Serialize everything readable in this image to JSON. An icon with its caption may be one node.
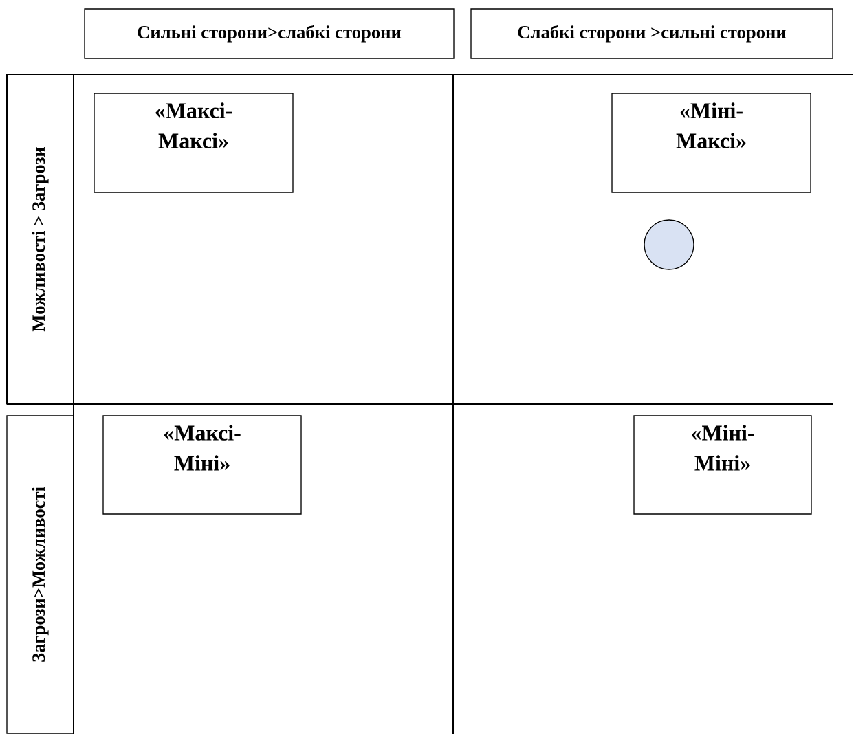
{
  "diagram": {
    "nodes": [
      {
        "text": [
          "Сильні сторони>слабкі сторони"
        ]
      },
      {
        "text": [
          "Слабкі сторони >сильні сторони"
        ]
      },
      {
        "text": [
          "Можливості > Загрози"
        ]
      },
      {
        "text": [
          "Загрози>Можливості"
        ]
      },
      {
        "text": [
          "«Максі-Максі»"
        ]
      },
      {
        "text": [
          "«Міні-Максі»"
        ]
      },
      {
        "text": [],
        "shape": "circle"
      },
      {
        "text": [
          "«Максі-Міні»"
        ]
      },
      {
        "text": [
          "«Міні-Міні»"
        ]
      }
    ]
  }
}
